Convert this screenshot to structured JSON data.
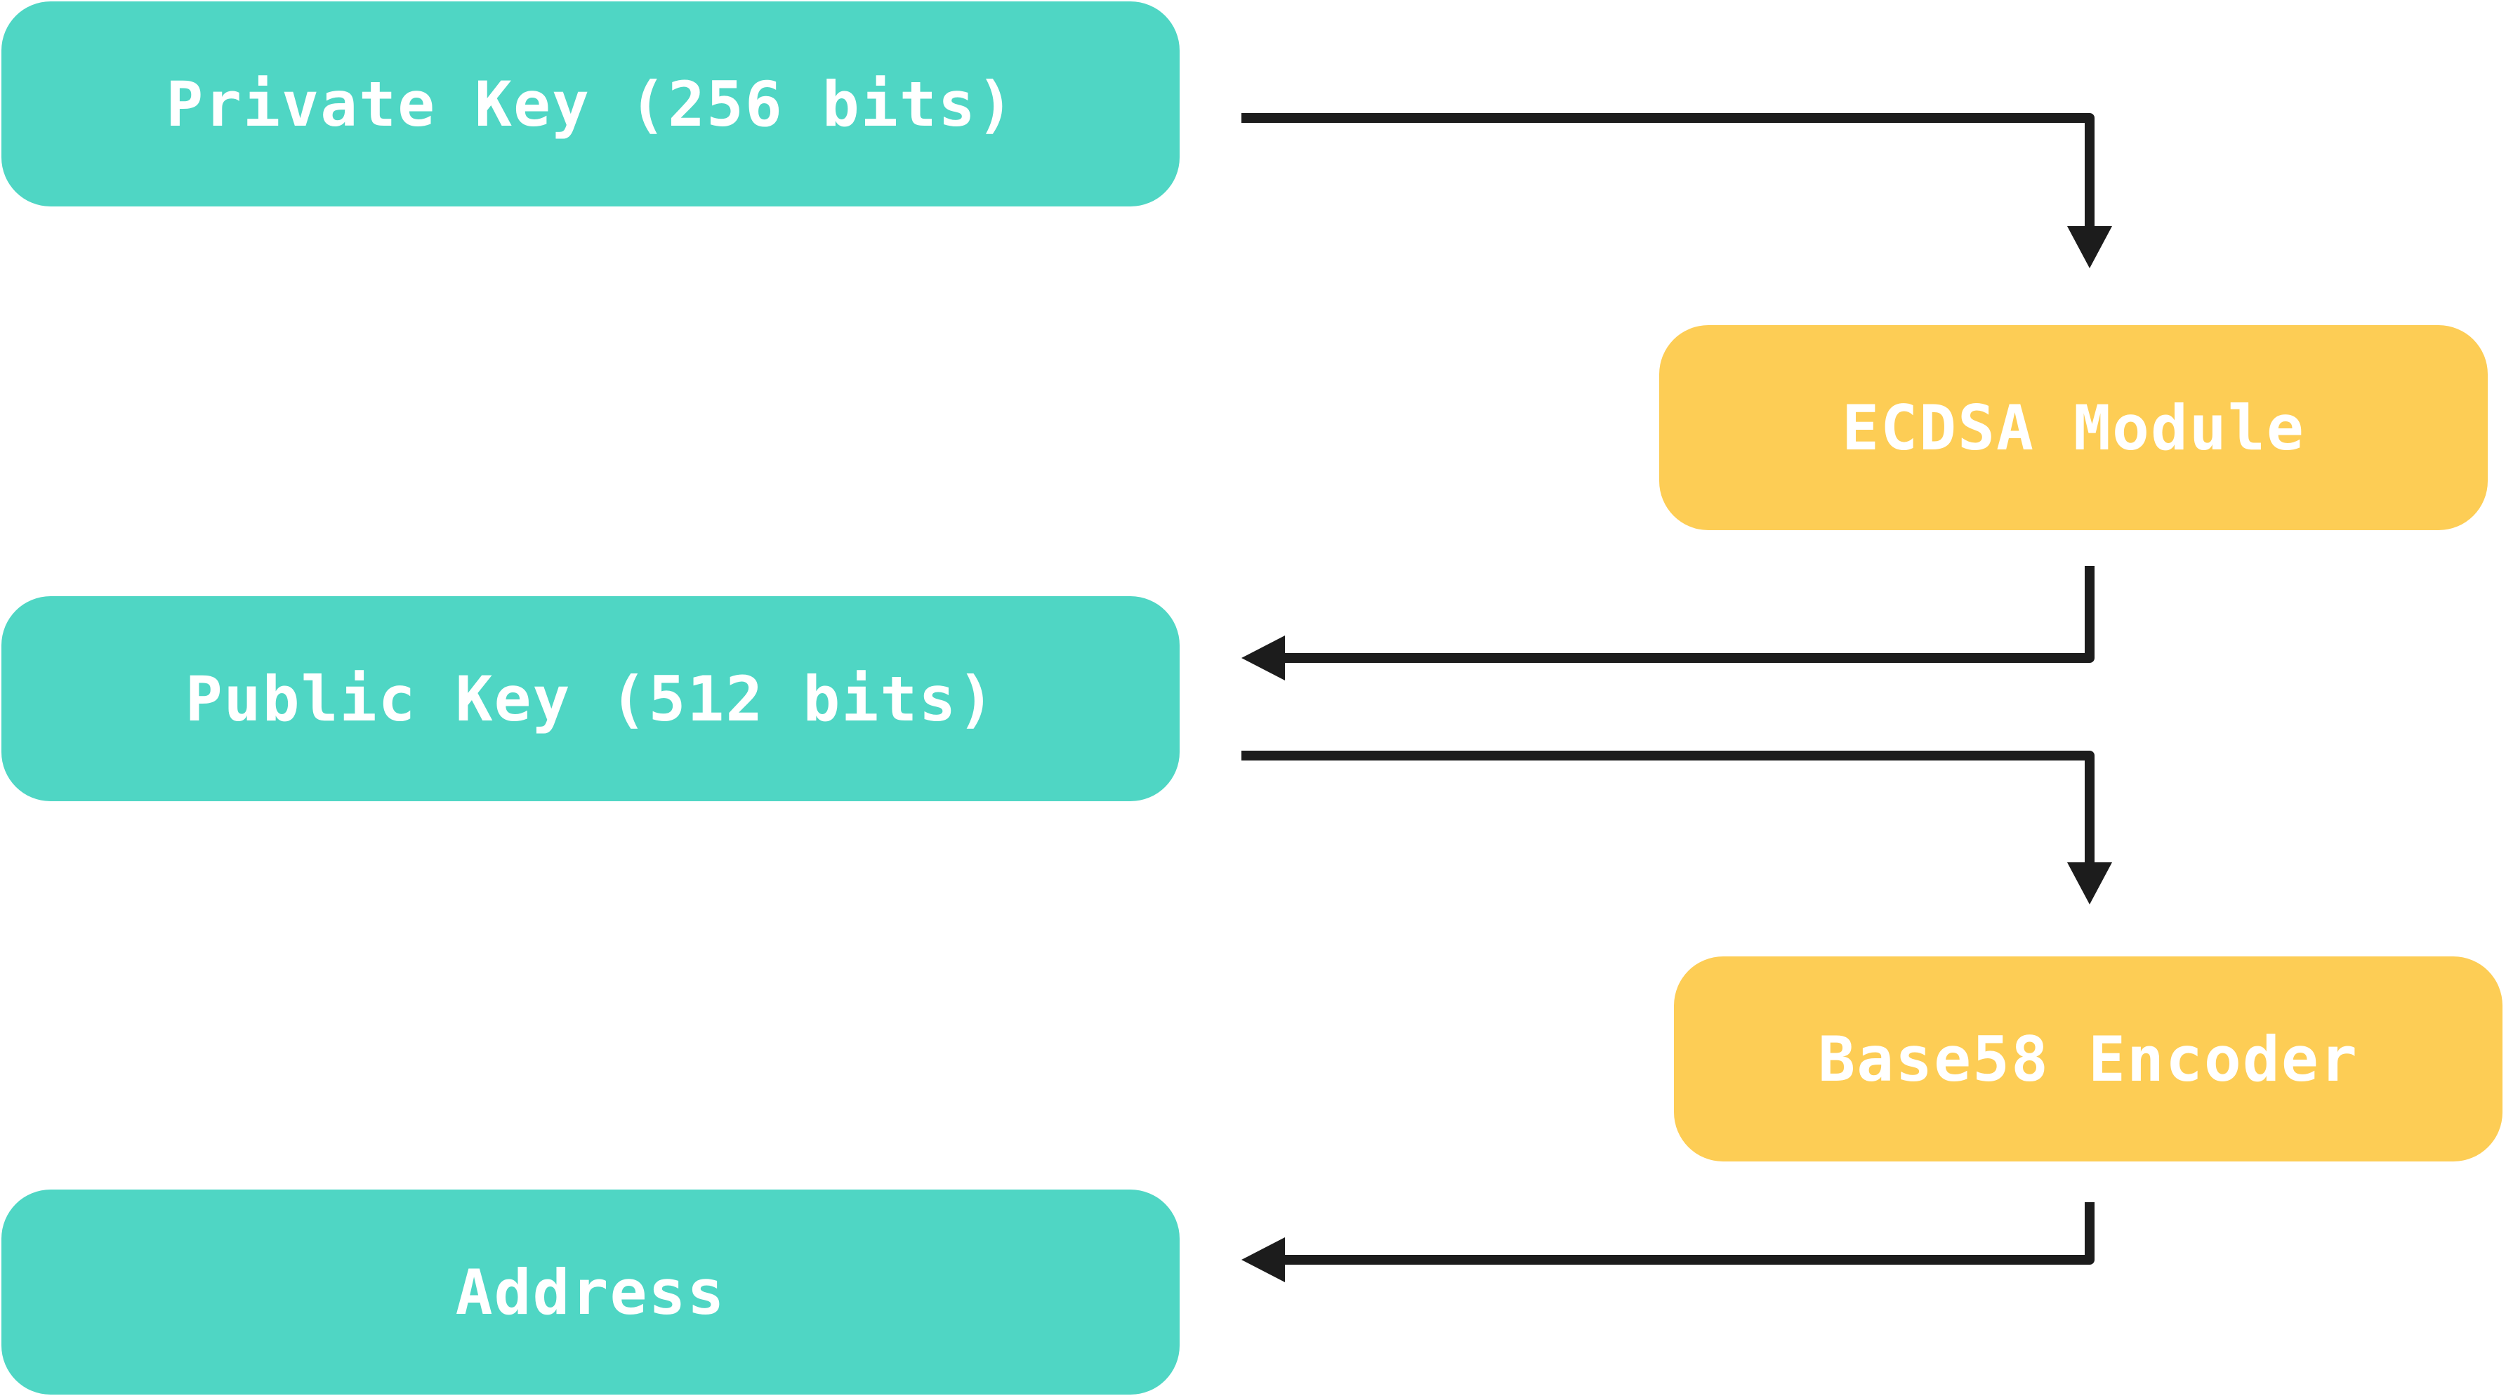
{
  "diagram": {
    "nodes": [
      {
        "id": "n-private",
        "label": "Private Key (256 bits)",
        "color": "#4fd6c4"
      },
      {
        "id": "n-ecdsa",
        "label": "ECDSA Module",
        "color": "#fdcd55"
      },
      {
        "id": "n-public",
        "label": "Public Key (512 bits)",
        "color": "#4fd6c4"
      },
      {
        "id": "n-base58",
        "label": "Base58 Encoder",
        "color": "#fdcd55"
      },
      {
        "id": "n-address",
        "label": "Address",
        "color": "#4fd6c4"
      }
    ],
    "edges": [
      {
        "from": "Private Key (256 bits)",
        "to": "ECDSA Module"
      },
      {
        "from": "ECDSA Module",
        "to": "Public Key (512 bits)"
      },
      {
        "from": "Public Key (512 bits)",
        "to": "Base58 Encoder"
      },
      {
        "from": "Base58 Encoder",
        "to": "Address"
      }
    ],
    "edge_color": "#1c1c1c"
  }
}
